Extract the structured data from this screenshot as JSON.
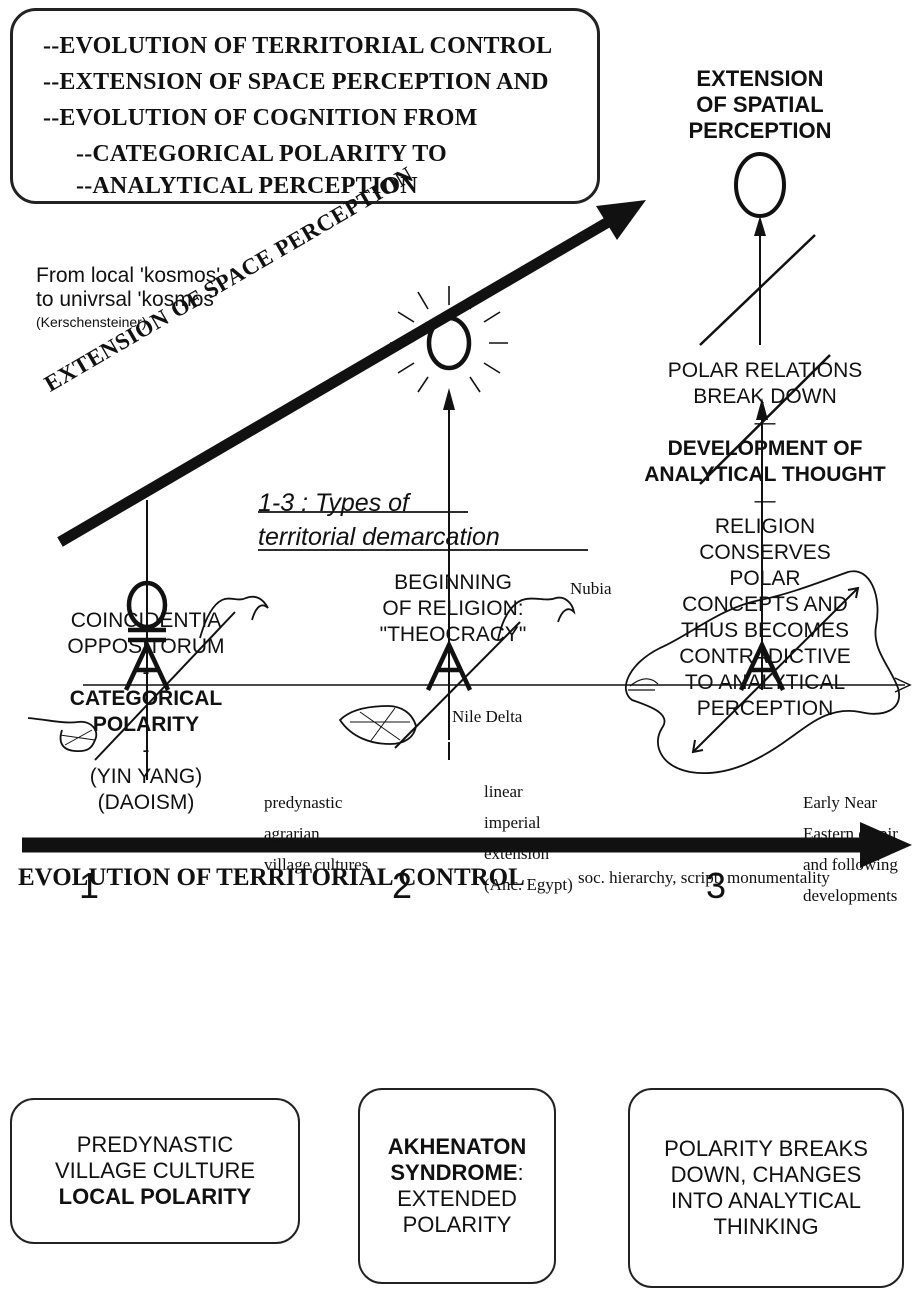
{
  "top_box": {
    "lines": [
      "--EVOLUTION OF TERRITORIAL CONTROL",
      "--EXTENSION OF SPACE PERCEPTION AND",
      "--EVOLUTION OF COGNITION FROM",
      "--CATEGORICAL POLARITY TO",
      "--ANALYTICAL PERCEPTION"
    ]
  },
  "extension_heading": [
    "EXTENSION",
    "OF SPATIAL",
    "PERCEPTION"
  ],
  "kosmos": {
    "line1": "From local 'kosmos'",
    "line2": "to univrsal 'kosmos'",
    "cite": "(Kerschensteiner)"
  },
  "diagonal_label": "EXTENSION OF SPACE PERCEPTION",
  "types_title": {
    "line1": "1-3 : Types of",
    "line2": "territorial  demarcation"
  },
  "right_column": {
    "polar_break_1": "POLAR RELATIONS",
    "polar_break_2": "BREAK DOWN",
    "dash1": "—",
    "analytical_1": "DEVELOPMENT OF",
    "analytical_2": "ANALYTICAL THOUGHT",
    "dash2": "—",
    "religion_lines": [
      "RELIGION",
      "CONSERVES",
      "POLAR",
      "CONCEPTS AND",
      "THUS BECOMES",
      "CONTRADICTIVE",
      "TO ANALYTICAL",
      "PERCEPTION"
    ]
  },
  "col1": {
    "label_1": "COINCIDENTIA",
    "label_2": "OPPOSITORUM",
    "dash_a": "-",
    "bold_1": "CATEGORICAL",
    "bold_2": "POLARITY",
    "dash_b": "-",
    "yin": "(YIN YANG)",
    "dao": "(DAOISM)",
    "number": "1",
    "notes": [
      "predynastic",
      "agrarian",
      "village cultures"
    ]
  },
  "col2": {
    "label_1": "BEGINNING",
    "label_2": "OF RELIGION:",
    "label_3": "\"THEOCRACY\"",
    "number": "2",
    "notes": [
      "linear",
      "imperial",
      "extension",
      "(Anc. Egypt)"
    ],
    "nubia": "Nubia",
    "delta": "Nile Delta"
  },
  "col3": {
    "number": "3",
    "notes": [
      "Early Near",
      "Eastern empir",
      "and following",
      "developments"
    ]
  },
  "evolution": {
    "label": "EVOLUTION OF TERRITORIAL CONTROL",
    "sub": "soc. hierarchy, script, monumentality"
  },
  "bottom_boxes": {
    "box1": {
      "line1": "PREDYNASTIC",
      "line2": "VILLAGE CULTURE",
      "line3": "LOCAL POLARITY"
    },
    "box2": {
      "line1": "AKHENATON",
      "line2": "SYNDROME",
      "line2_suffix": ":",
      "line3": "EXTENDED",
      "line4": "POLARITY"
    },
    "box3": {
      "line1": "POLARITY BREAKS",
      "line2": "DOWN, CHANGES",
      "line3": "INTO ANALYTICAL",
      "line4": "THINKING"
    }
  }
}
